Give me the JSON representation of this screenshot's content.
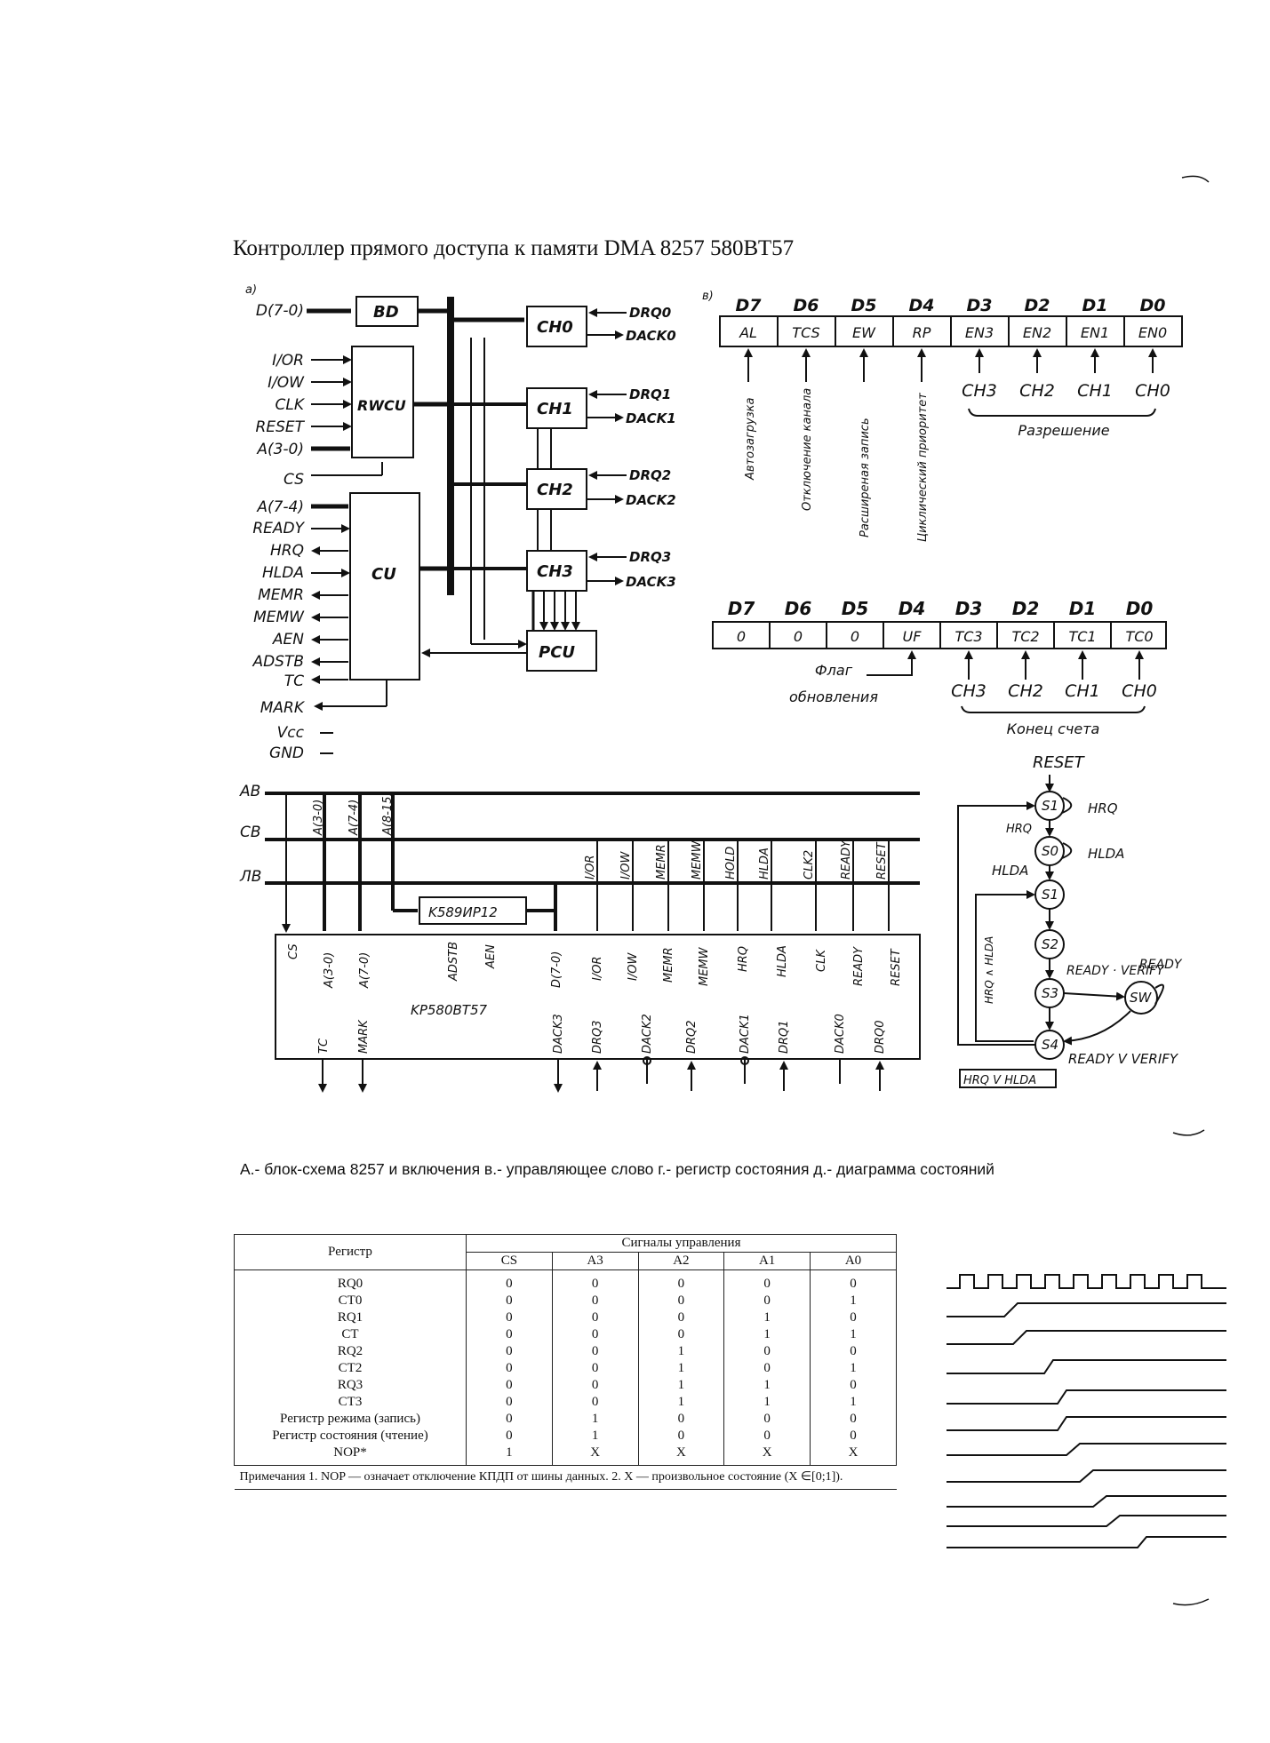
{
  "title": "Контроллер прямого доступа к памяти DMA  8257   580ВТ57",
  "caption": "А.- блок-схема 8257 и включения  в.- управляющее слово  г.- регистр состояния д.- диаграмма состояний",
  "block_diagram": {
    "marker": "а)",
    "left_pins": [
      "D(7-0)",
      "I/OR",
      "I/OW",
      "CLK",
      "RESET",
      "A(3-0)",
      "CS",
      "A(7-4)",
      "READY",
      "HRQ",
      "HLDA",
      "MEMR",
      "MEMW",
      "AEN",
      "ADSTB",
      "TC",
      "MARK",
      "Vcc",
      "GND"
    ],
    "blocks": [
      "BD",
      "RWCU",
      "CU",
      "CH0",
      "CH1",
      "CH2",
      "CH3",
      "PCU"
    ],
    "right_pins": [
      "DRQ0",
      "DACK0",
      "DRQ1",
      "DACK1",
      "DRQ2",
      "DACK2",
      "DRQ3",
      "DACK3"
    ]
  },
  "control_word": {
    "marker": "в)",
    "bits": [
      "D7",
      "D6",
      "D5",
      "D4",
      "D3",
      "D2",
      "D1",
      "D0"
    ],
    "fields": [
      "AL",
      "TCS",
      "EW",
      "RP",
      "EN3",
      "EN2",
      "EN1",
      "EN0"
    ],
    "descriptions": [
      "Автозагрузка",
      "Отключение канала",
      "Расширеная запись",
      "Циклический приоритет"
    ],
    "channels": [
      "CH3",
      "CH2",
      "CH1",
      "CH0"
    ],
    "group_label": "Разрешение"
  },
  "status_register": {
    "bits": [
      "D7",
      "D6",
      "D5",
      "D4",
      "D3",
      "D2",
      "D1",
      "D0"
    ],
    "fields": [
      "0",
      "0",
      "0",
      "UF",
      "TC3",
      "TC2",
      "TC1",
      "TC0"
    ],
    "update_flag_label": [
      "Флаг",
      "обновления"
    ],
    "channels": [
      "CH3",
      "CH2",
      "CH1",
      "CH0"
    ],
    "group_label": "Конец счета"
  },
  "connection": {
    "buses": [
      "AB",
      "CB",
      "ЛB"
    ],
    "bus_taps": [
      "A(3-0)",
      "A(7-4)",
      "A(8-15)"
    ],
    "latch": "K589ИР12",
    "chip": "KP580ВТ57",
    "control_signals": [
      "I/OR",
      "I/OW",
      "MEMR",
      "MEMW",
      "HOLD",
      "HLDA",
      "CLK2",
      "READY",
      "RESET"
    ],
    "chip_top_pins": [
      "CS",
      "A(3-0)",
      "A(7-0)",
      "ADSTB",
      "AEN",
      "D(7-0)",
      "I/OR",
      "I/OW",
      "MEMR",
      "MEMW",
      "HRQ",
      "HLDA",
      "CLK",
      "READY",
      "RESET"
    ],
    "chip_bottom_pins": [
      "TC",
      "MARK",
      "DACK3",
      "DRQ3",
      "DACK2",
      "DRQ2",
      "DACK1",
      "DRQ1",
      "DACK0",
      "DRQ0"
    ]
  },
  "state_diagram": {
    "states": [
      "S1",
      "S0",
      "S1",
      "S2",
      "S3",
      "S4",
      "SW"
    ],
    "labels": {
      "reset": "RESET",
      "s1_loop": "HRQ",
      "s1_to_s0": "HRQ",
      "s0_loop": "HLDA",
      "s0_to_s1": "HLDA",
      "s3_to_sw": "READY · VERIFY",
      "sw_loop": "READY",
      "s4_out": "READY V VERIFY",
      "s4_to_s1": "HRQ V HLDA",
      "side": "HRQ ∧ HLDA"
    }
  },
  "table": {
    "header_register": "Регистр",
    "header_signals": "Сигналы управления",
    "columns": [
      "CS",
      "A3",
      "A2",
      "A1",
      "A0"
    ],
    "rows": [
      {
        "name": "RQ0",
        "v": [
          "0",
          "0",
          "0",
          "0",
          "0"
        ]
      },
      {
        "name": "CT0",
        "v": [
          "0",
          "0",
          "0",
          "0",
          "1"
        ]
      },
      {
        "name": "RQ1",
        "v": [
          "0",
          "0",
          "0",
          "1",
          "0"
        ]
      },
      {
        "name": "CT",
        "v": [
          "0",
          "0",
          "0",
          "1",
          "1"
        ]
      },
      {
        "name": "RQ2",
        "v": [
          "0",
          "0",
          "1",
          "0",
          "0"
        ]
      },
      {
        "name": "CT2",
        "v": [
          "0",
          "0",
          "1",
          "0",
          "1"
        ]
      },
      {
        "name": "RQ3",
        "v": [
          "0",
          "0",
          "1",
          "1",
          "0"
        ]
      },
      {
        "name": "CT3",
        "v": [
          "0",
          "0",
          "1",
          "1",
          "1"
        ]
      },
      {
        "name": "Регистр   режима (запись)",
        "v": [
          "0",
          "1",
          "0",
          "0",
          "0"
        ]
      },
      {
        "name": "Регистр   состояния (чтение)",
        "v": [
          "0",
          "1",
          "0",
          "0",
          "0"
        ]
      },
      {
        "name": "NOP*",
        "v": [
          "1",
          "X",
          "X",
          "X",
          "X"
        ]
      }
    ],
    "note": "Примечания   1.  NOP — означает  отключение  КПДП  от  шины  данных.  2.  X — произвольное состояние (X ∈[0;1])."
  }
}
